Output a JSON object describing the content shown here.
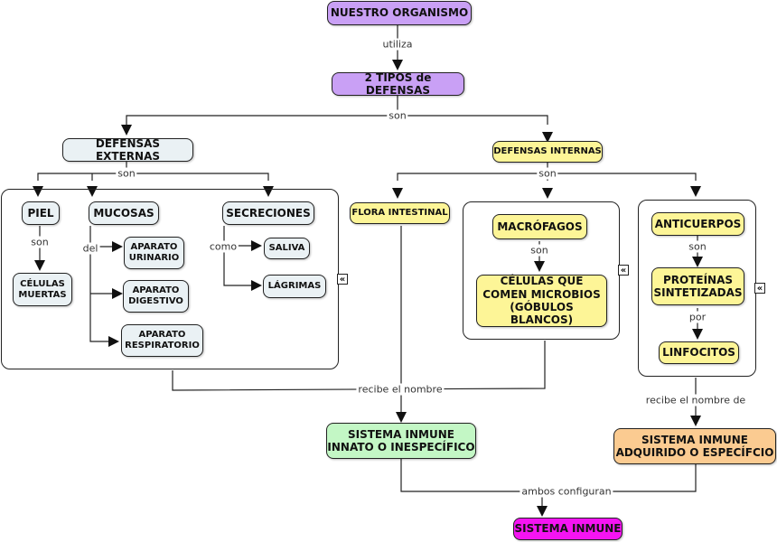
{
  "nodes": {
    "organismo": "NUESTRO ORGANISMO",
    "tipos": "2 TIPOS de DEFENSAS",
    "externas": "DEFENSAS EXTERNAS",
    "internas": "DEFENSAS INTERNAS",
    "piel": "PIEL",
    "mucosas": "MUCOSAS",
    "secreciones": "SECRECIONES",
    "celulas_muertas": "CÉLULAS\nMUERTAS",
    "urinario": "APARATO\nURINARIO",
    "digestivo": "APARATO\nDIGESTIVO",
    "respiratorio": "APARATO\nRESPIRATORIO",
    "saliva": "SALIVA",
    "lagrimas": "LÁGRIMAS",
    "flora": "FLORA INTESTINAL",
    "macrofagos": "MACRÓFAGOS",
    "celulas_comen": "CÉLULAS QUE\nCOMEN MICROBIOS\n(GÓBULOS BLANCOS)",
    "anticuerpos": "ANTICUERPOS",
    "proteinas": "PROTEÍNAS\nSINTETIZADAS",
    "linfocitos": "LINFOCITOS",
    "innato": "SISTEMA INMUNE\nINNATO O INESPECÍFICO",
    "adquirido": "SISTEMA INMUNE\nADQUIRIDO O ESPECÍFCIO",
    "sistema": "SISTEMA INMUNE"
  },
  "links": {
    "utiliza": "utiliza",
    "son_tipos": "son",
    "son_externas": "son",
    "son_internas": "son",
    "son_piel": "son",
    "del": "del",
    "como": "como",
    "son_macro": "son",
    "son_anti": "son",
    "por": "por",
    "recibe_nombre": "recibe el nombre",
    "recibe_nombre_de": "recibe el nombre de",
    "ambos": "ambos configuran"
  },
  "collapse_icon": "«"
}
